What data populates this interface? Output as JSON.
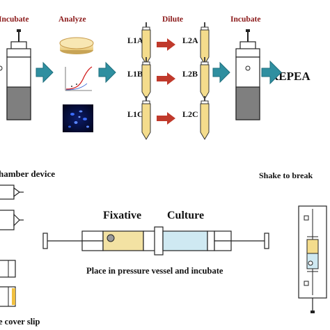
{
  "steps": {
    "incubate_left": "Incubate",
    "analyze": "Analyze",
    "dilute": "Dilute",
    "incubate_right": "Incubate",
    "repeat": "REPEA"
  },
  "tubes": {
    "l1": [
      "L1A",
      "L1B",
      "L1C"
    ],
    "l2": [
      "L2A",
      "L2B",
      "L2C"
    ]
  },
  "bottom": {
    "chamber_device": "hamber device",
    "shake_to_break": "Shake to break",
    "fixative": "Fixative",
    "culture": "Culture",
    "pressure_caption": "Place in pressure vessel and incubate",
    "cover_slip": "e cover slip"
  },
  "colors": {
    "arrow_teal": "#2f8fa0",
    "arrow_red": "#c0392b",
    "label_red": "#8b1a1a",
    "fixative_fill": "#f3e2a3",
    "culture_fill": "#cfe9f2",
    "tube_fill": "#f4dc8c"
  }
}
